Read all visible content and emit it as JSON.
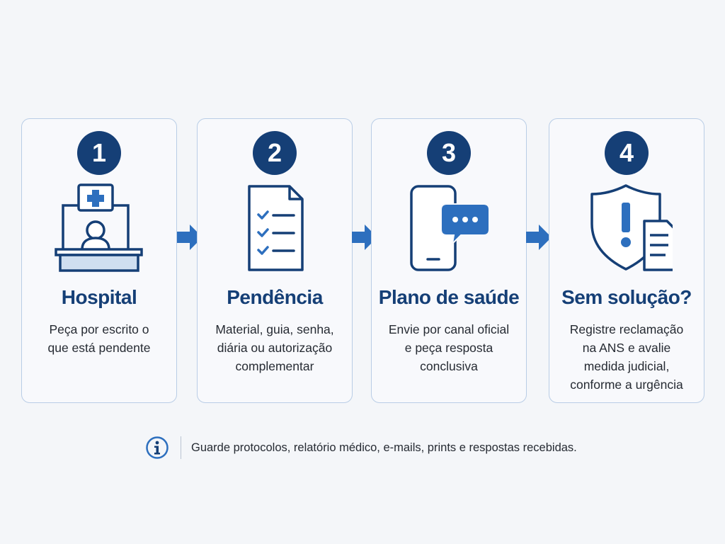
{
  "steps": [
    {
      "number": "1",
      "title": "Hospital",
      "lines": [
        "Peça por escrito o",
        "que está pendente"
      ],
      "icon": "hospital-reception-icon"
    },
    {
      "number": "2",
      "title": "Pendência",
      "lines": [
        "Material, guia, senha,",
        "diária ou autorização",
        "complementar"
      ],
      "icon": "checklist-document-icon"
    },
    {
      "number": "3",
      "title": "Plano de saúde",
      "lines": [
        "Envie por canal oficial",
        "e peça resposta",
        "conclusiva"
      ],
      "icon": "phone-chat-icon"
    },
    {
      "number": "4",
      "title": "Sem solução?",
      "lines": [
        "Registre reclamação",
        "na ANS e avalie",
        "medida judicial,",
        "conforme a urgência"
      ],
      "icon": "shield-warning-document-icon"
    }
  ],
  "footer": {
    "icon": "info-icon",
    "note": "Guarde protocolos, relatório médico, e-mails, prints e respostas recebidas."
  },
  "colors": {
    "navy": "#153f76",
    "accent_blue": "#2d6fbe",
    "card_border": "#b9cde6",
    "background": "#f4f6f9"
  }
}
